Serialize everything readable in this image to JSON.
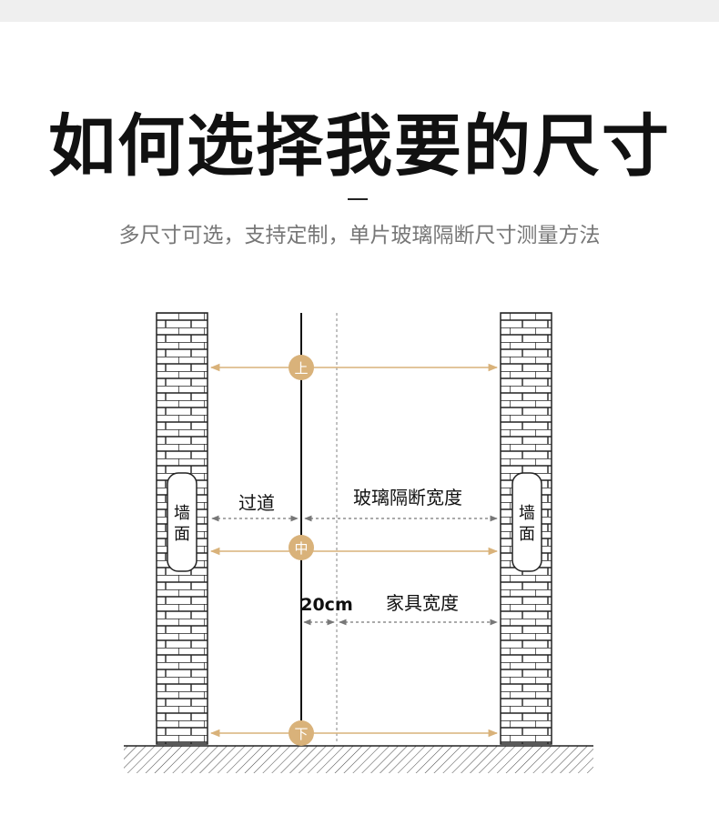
{
  "header": {
    "title": "如何选择我要的尺寸",
    "subtitle": "多尺寸可选，支持定制，单片玻璃隔断尺寸测量方法"
  },
  "diagram": {
    "wall_label_chars": [
      "墙",
      "面"
    ],
    "markers": {
      "top": "上",
      "middle": "中",
      "bottom": "下"
    },
    "passage_label": "过道",
    "glass_width_label": "玻璃隔断宽度",
    "gap_label": "20cm",
    "furniture_width_label": "家具宽度"
  },
  "colors": {
    "accent": "#D9B27A",
    "arrow": "#D9B27A",
    "dashed": "#888888",
    "brick_stroke": "#222222",
    "text": "#111111"
  }
}
